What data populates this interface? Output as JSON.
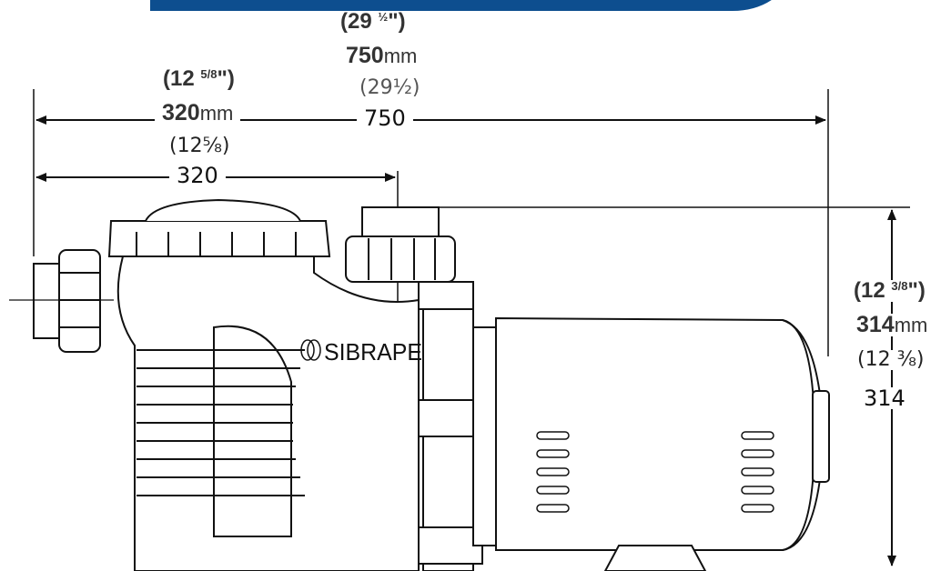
{
  "dimensions": {
    "overall_length": {
      "inch_whole": "(29",
      "inch_fraction": "½",
      "inch_close": "\")",
      "mm_value": "750",
      "mm_unit": "mm",
      "drawing_inches": "(29½)",
      "drawing_value": "750"
    },
    "inlet_to_outlet": {
      "inch_whole": "(12",
      "inch_fraction": "5/8",
      "inch_close": "\")",
      "mm_value": "320",
      "mm_unit": "mm",
      "drawing_inches": "(12⅝)",
      "drawing_value": "320"
    },
    "height": {
      "inch_whole": "(12",
      "inch_fraction": "3/8",
      "inch_close": "\")",
      "mm_value": "314",
      "mm_unit": "mm",
      "drawing_inches": "(12 ⅜)",
      "drawing_value": "314"
    }
  },
  "brand_text": "SIBRAPE",
  "colors": {
    "banner": "#0d4e8f",
    "line": "#111111"
  }
}
